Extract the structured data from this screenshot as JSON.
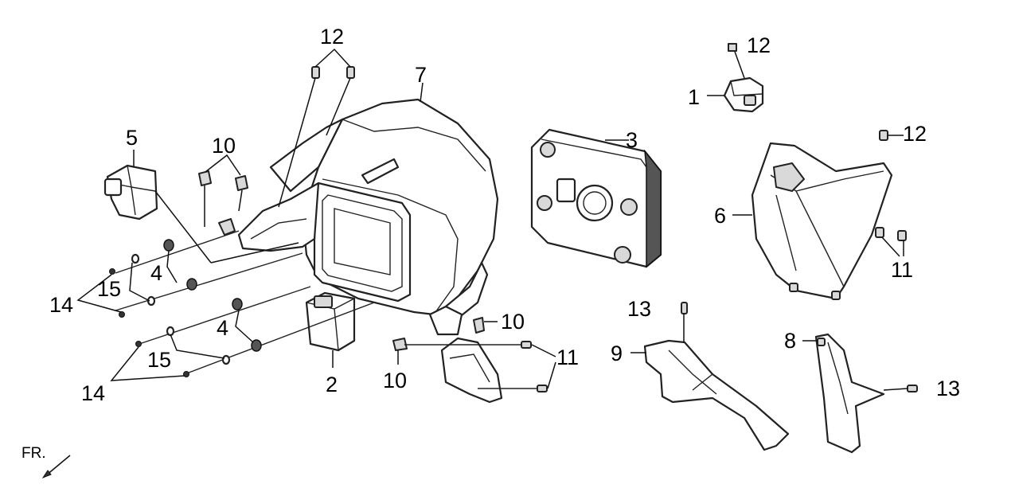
{
  "callouts": {
    "c1": "1",
    "c2": "2",
    "c3": "3",
    "c4a": "4",
    "c4b": "4",
    "c5": "5",
    "c6": "6",
    "c7": "7",
    "c8": "8",
    "c9": "9",
    "c10a": "10",
    "c10b": "10",
    "c10c": "10",
    "c11a": "11",
    "c11b": "11",
    "c12a": "12",
    "c12b": "12",
    "c12c": "12",
    "c13a": "13",
    "c13b": "13",
    "c14a": "14",
    "c14b": "14",
    "c15a": "15",
    "c15b": "15"
  },
  "direction": {
    "label": "FR."
  }
}
